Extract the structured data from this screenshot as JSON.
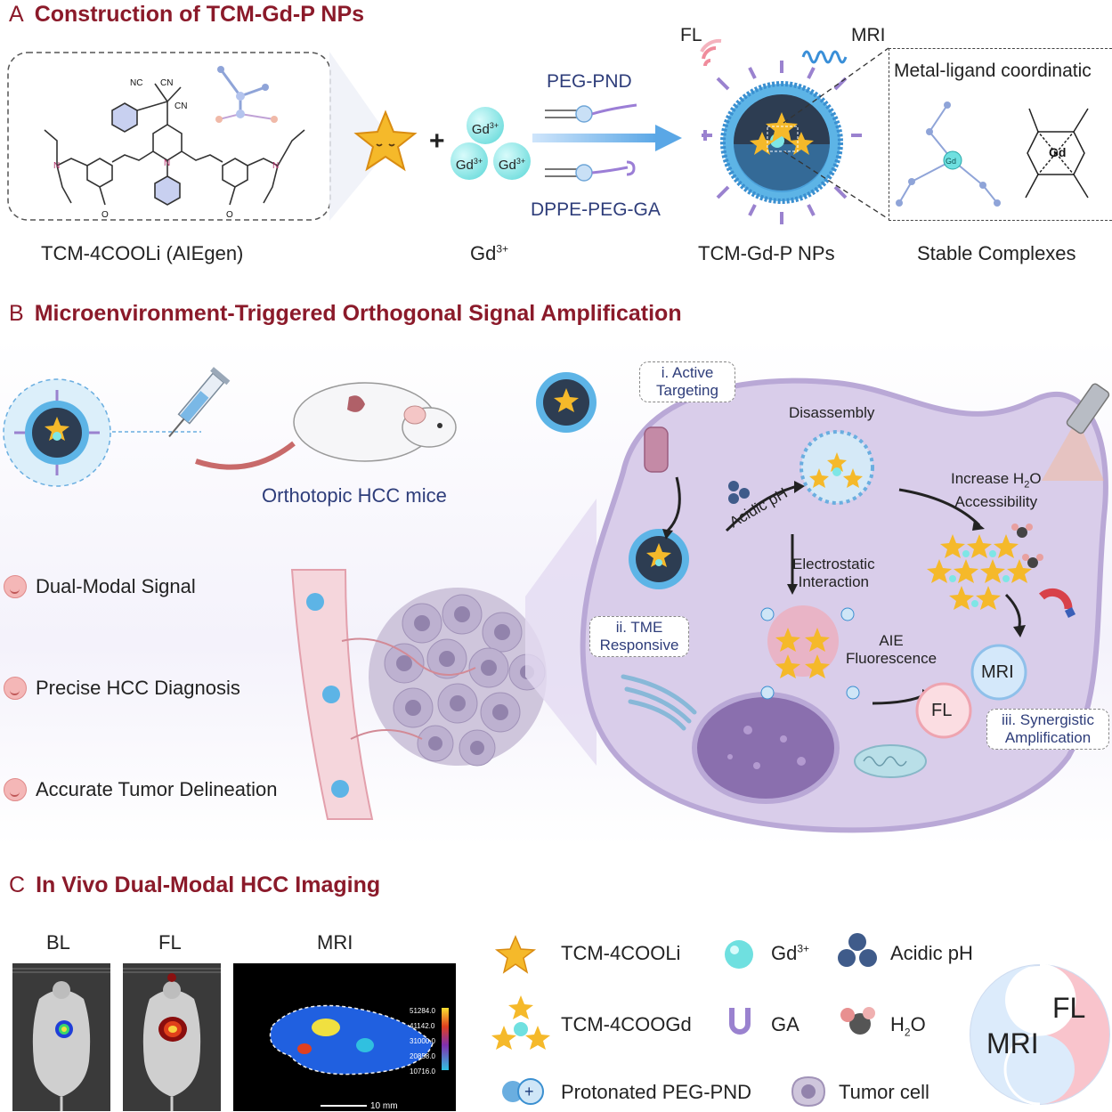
{
  "panelA": {
    "letter": "A",
    "title": "Construction of TCM-Gd-P NPs",
    "aiegen_caption": "TCM-4COOLi  (AIEgen)",
    "gd_caption": "Gd",
    "gd_caption_sup": "3+",
    "gd_ion": "Gd",
    "gd_ion_sup": "3+",
    "peg_pnd": "PEG-PND",
    "dppe_peg_ga": "DPPE-PEG-GA",
    "nps_caption": "TCM-Gd-P NPs",
    "fl_tag": "FL",
    "mri_tag": "MRI",
    "coordination_title": "Metal-ligand coordinatic",
    "complex_caption": "Stable Complexes",
    "structure_labels": [
      "NC",
      "CN",
      "CN",
      "N",
      "N",
      "N",
      "O",
      "O",
      "Gd",
      "Gd"
    ],
    "plus": "+"
  },
  "panelB": {
    "letter": "B",
    "title": "Microenvironment-Triggered Orthogonal Signal Amplification",
    "mice_caption": "Orthotopic HCC mice",
    "features": [
      "Dual-Modal Signal",
      "Precise HCC Diagnosis",
      "Accurate Tumor Delineation"
    ],
    "active_targeting": "i. Active\nTargeting",
    "disassembly": "Disassembly",
    "increase_h2o_a": "Increase H",
    "increase_h2o_sub": "2",
    "increase_h2o_b": "O",
    "accessibility": "Accessibility",
    "acidic_ph": "Acidic pH",
    "electrostatic": "Electrostatic",
    "interaction": "Interaction",
    "tme_responsive": "ii.  TME\nResponsive",
    "aie": "AIE",
    "fluorescence": "Fluorescence",
    "mri": "MRI",
    "fl": "FL",
    "synergistic": "iii.  Synergistic\nAmplification"
  },
  "panelC": {
    "letter": "C",
    "title": "In Vivo Dual-Modal HCC Imaging",
    "bl": "BL",
    "fl": "FL",
    "mri": "MRI",
    "colorbar_ticks": [
      "51284.0",
      "41142.0",
      "31000.0",
      "20858.0",
      "10716.0"
    ],
    "scale_bar": "10 mm",
    "legend": {
      "tcm_4cooli": "TCM-4COOLi",
      "gd": "Gd",
      "gd_sup": "3+",
      "acidic_ph": "Acidic pH",
      "tcm_4coogd": "TCM-4COOGd",
      "ga": "GA",
      "h2o_h": "H",
      "h2o_sub": "2",
      "h2o_o": "O",
      "protonated": "Protonated PEG-PND",
      "tumor_cell": "Tumor cell"
    },
    "yin_fl": "FL",
    "yin_mri": "MRI"
  },
  "colors": {
    "title_red": "#8b1a2a",
    "navy": "#2e3d7a",
    "cell_purple": "#d9cdea",
    "np_blue": "#4aa3d8",
    "gd_cyan": "#6fe0e0",
    "star_yellow": "#f5b92a",
    "ga_purple": "#9a82cf"
  }
}
